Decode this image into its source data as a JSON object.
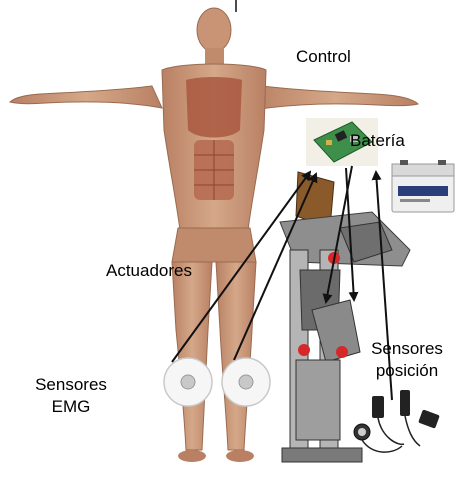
{
  "labels": {
    "control": "Control",
    "bateria": "Batería",
    "actuadores": "Actuadores",
    "sensores_emg": "Sensores\nEMG",
    "sensores_posicion": "Sensores\nposición"
  },
  "colors": {
    "skin": "#c99a7a",
    "muscle": "#a55a44",
    "board": "#3d8f4a",
    "exo_metal": "#8e8e8e",
    "exo_dark": "#5a5a5a",
    "wood": "#8b5a2b",
    "accent_red": "#d62828",
    "arrow": "#111111"
  }
}
